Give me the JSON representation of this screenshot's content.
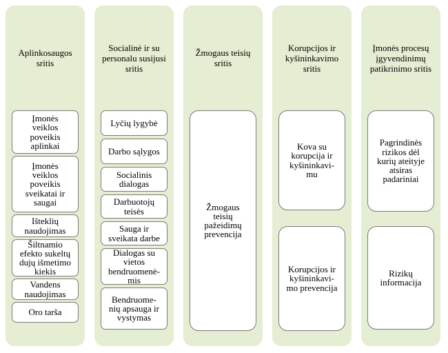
{
  "colors": {
    "page_background": "#ffffff",
    "panel_background": "#e5edd2",
    "box_background": "#ffffff",
    "box_border": "#7a7a7a",
    "text": "#000000"
  },
  "columns": [
    {
      "title": "Aplinkosaugos\nsritis",
      "boxes": [
        "Įmonės\nveiklos\npoveikis\naplinkai",
        "Įmonės\nveiklos\npoveikis\nsveikatai ir\nsaugai",
        "Išteklių\nnaudojimas",
        "Šiltnamio\nefekto sukeltų\ndujų išmetimo\nkiekis",
        "Vandens\nnaudojimas",
        "Oro tarša"
      ]
    },
    {
      "title": "Socialinė ir su\npersonalu susijusi\nsritis",
      "boxes": [
        "Lyčių lygybė",
        "Darbo sąlygos",
        "Socialinis\ndialogas",
        "Darbuotojų\nteisės",
        "Sauga ir\nsveikata darbe",
        "Dialogas su\nvietos\nbendruomenė-\nmis",
        "Bendruome-\nnių apsauga ir\nvystymas"
      ]
    },
    {
      "title": "Žmogaus teisių\nsritis",
      "boxes": [
        "Žmogaus\nteisių\npažeidimų\nprevencija"
      ]
    },
    {
      "title": "Korupcijos ir\nkyšininkavimo\nsritis",
      "boxes": [
        "Kova su\nkorupcija ir\nkyšininkavi-\nmu",
        "Korupcijos ir\nkyšininkavi-\nmo prevencija"
      ]
    },
    {
      "title": "Įmonės procesų\nįgyvendinimų\npatikrinimo sritis",
      "boxes": [
        "Pagrindinės\nrizikos dėl\nkurių ateityje\natsiras\npadariniai",
        "Rizikų\ninformacija"
      ]
    }
  ]
}
